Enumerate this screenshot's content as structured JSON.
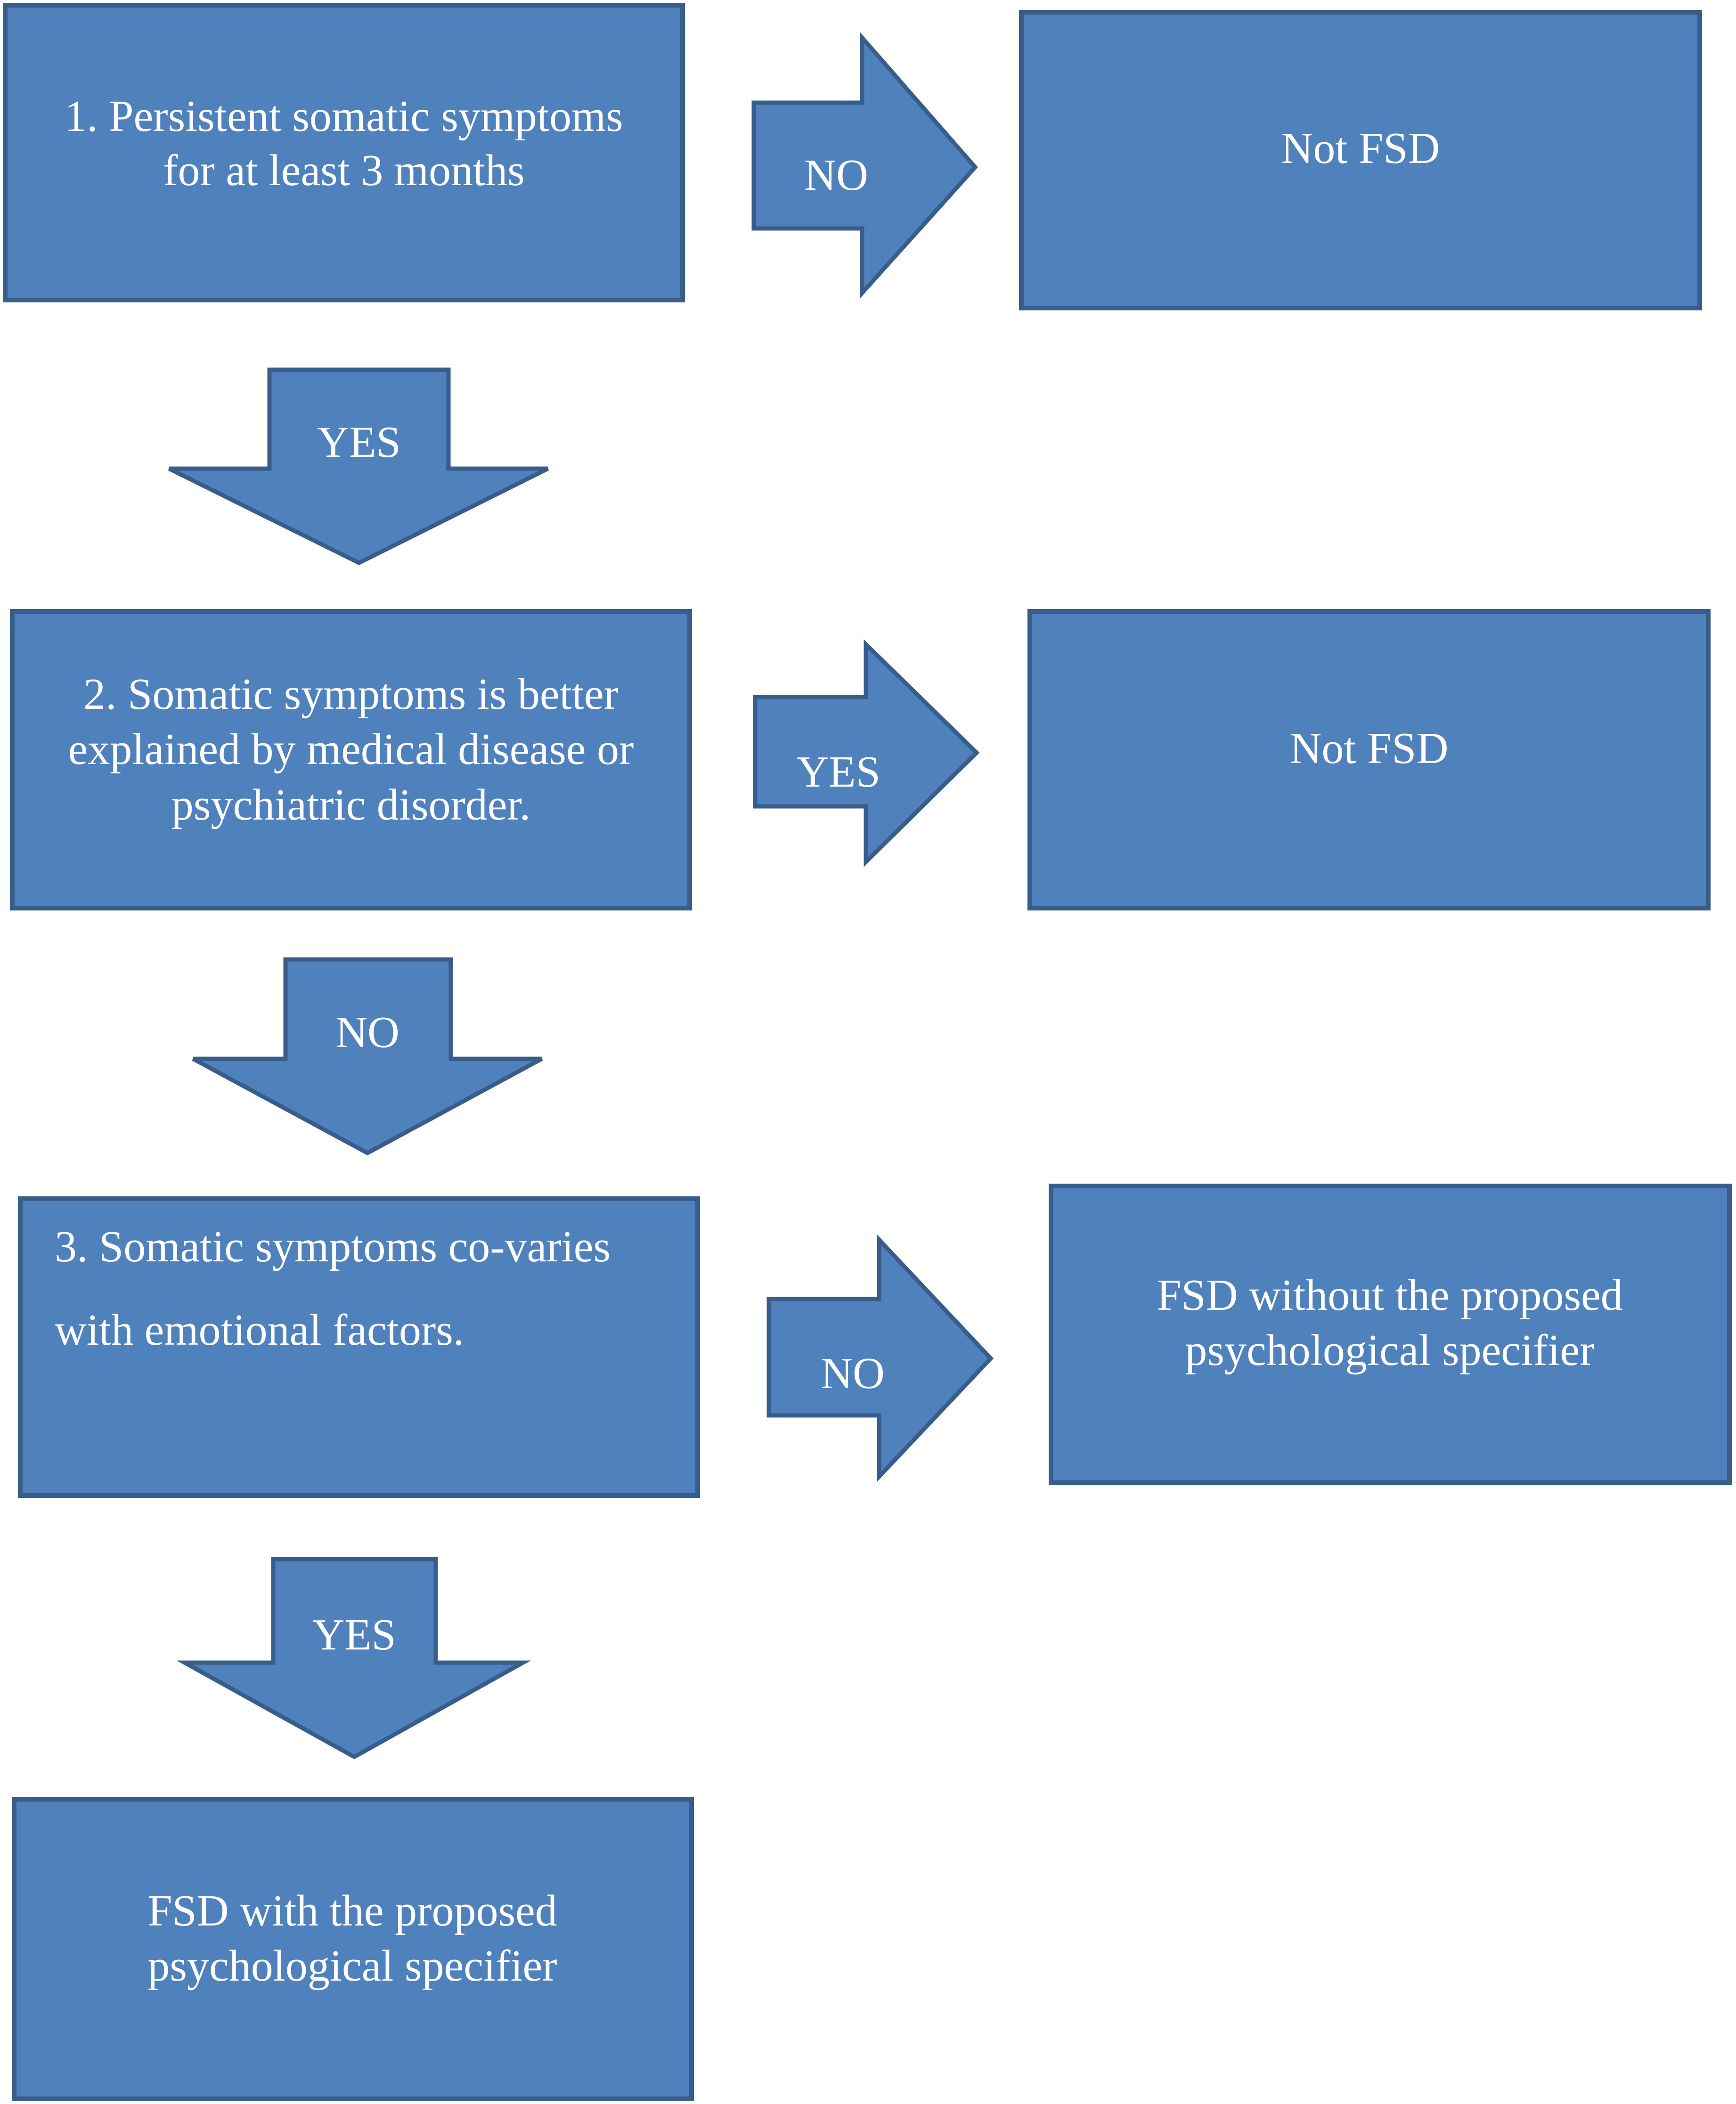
{
  "flowchart": {
    "step1": {
      "line1": "1. Persistent somatic symptoms",
      "line2": "for at least 3 months"
    },
    "step1_no_arrow": "NO",
    "step1_no_result": "Not FSD",
    "step1_yes_arrow": "YES",
    "step2": {
      "line1": "2. Somatic symptoms is better",
      "line2": "explained by medical disease or",
      "line3": "psychiatric disorder."
    },
    "step2_yes_arrow": "YES",
    "step2_yes_result": "Not FSD",
    "step2_no_arrow": "NO",
    "step3": {
      "line1": "3. Somatic symptoms co-varies",
      "line2": "with emotional factors."
    },
    "step3_no_arrow": "NO",
    "step3_no_result": {
      "line1": "FSD without the proposed",
      "line2": "psychological specifier"
    },
    "step3_yes_arrow": "YES",
    "step3_yes_result": {
      "line1": "FSD with the proposed",
      "line2": "psychological specifier"
    }
  },
  "colors": {
    "box_fill": "#4f81bd",
    "box_border": "#385d8a",
    "text": "#ffffff"
  }
}
